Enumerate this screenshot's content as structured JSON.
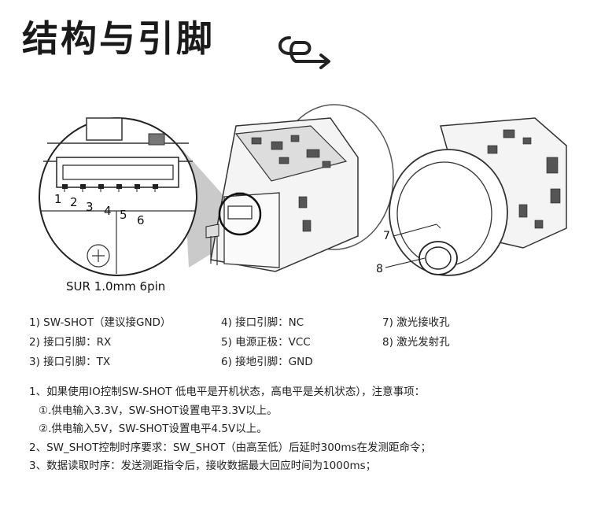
{
  "title": "结构与引脚",
  "connector": {
    "pins": [
      "1",
      "2",
      "3",
      "4",
      "5",
      "6"
    ],
    "caption": "SUR 1.0mm  6pin"
  },
  "callouts": {
    "seven": "7",
    "eight": "8"
  },
  "legend": {
    "col1": [
      "1) SW-SHOT（建议接GND）",
      "2) 接口引脚：RX",
      "3) 接口引脚：TX"
    ],
    "col2": [
      "4) 接口引脚：NC",
      "5) 电源正极：VCC",
      "6) 接地引脚：GND"
    ],
    "col3": [
      "7) 激光接收孔",
      "8) 激光发射孔"
    ]
  },
  "notes": {
    "n1": "1、如果使用IO控制SW-SHOT 低电平是开机状态，高电平是关机状态），注意事项：",
    "n1a": "①.供电输入3.3V，SW-SHOT设置电平3.3V以上。",
    "n1b": "②.供电输入5V，SW-SHOT设置电平4.5V以上。",
    "n2": "2、SW_SHOT控制时序要求：SW_SHOT（由高至低）后延时300ms在发测距命令；",
    "n3": "3、数据读取时序：发送测距指令后，接收数据最大回应时间为1000ms；"
  }
}
